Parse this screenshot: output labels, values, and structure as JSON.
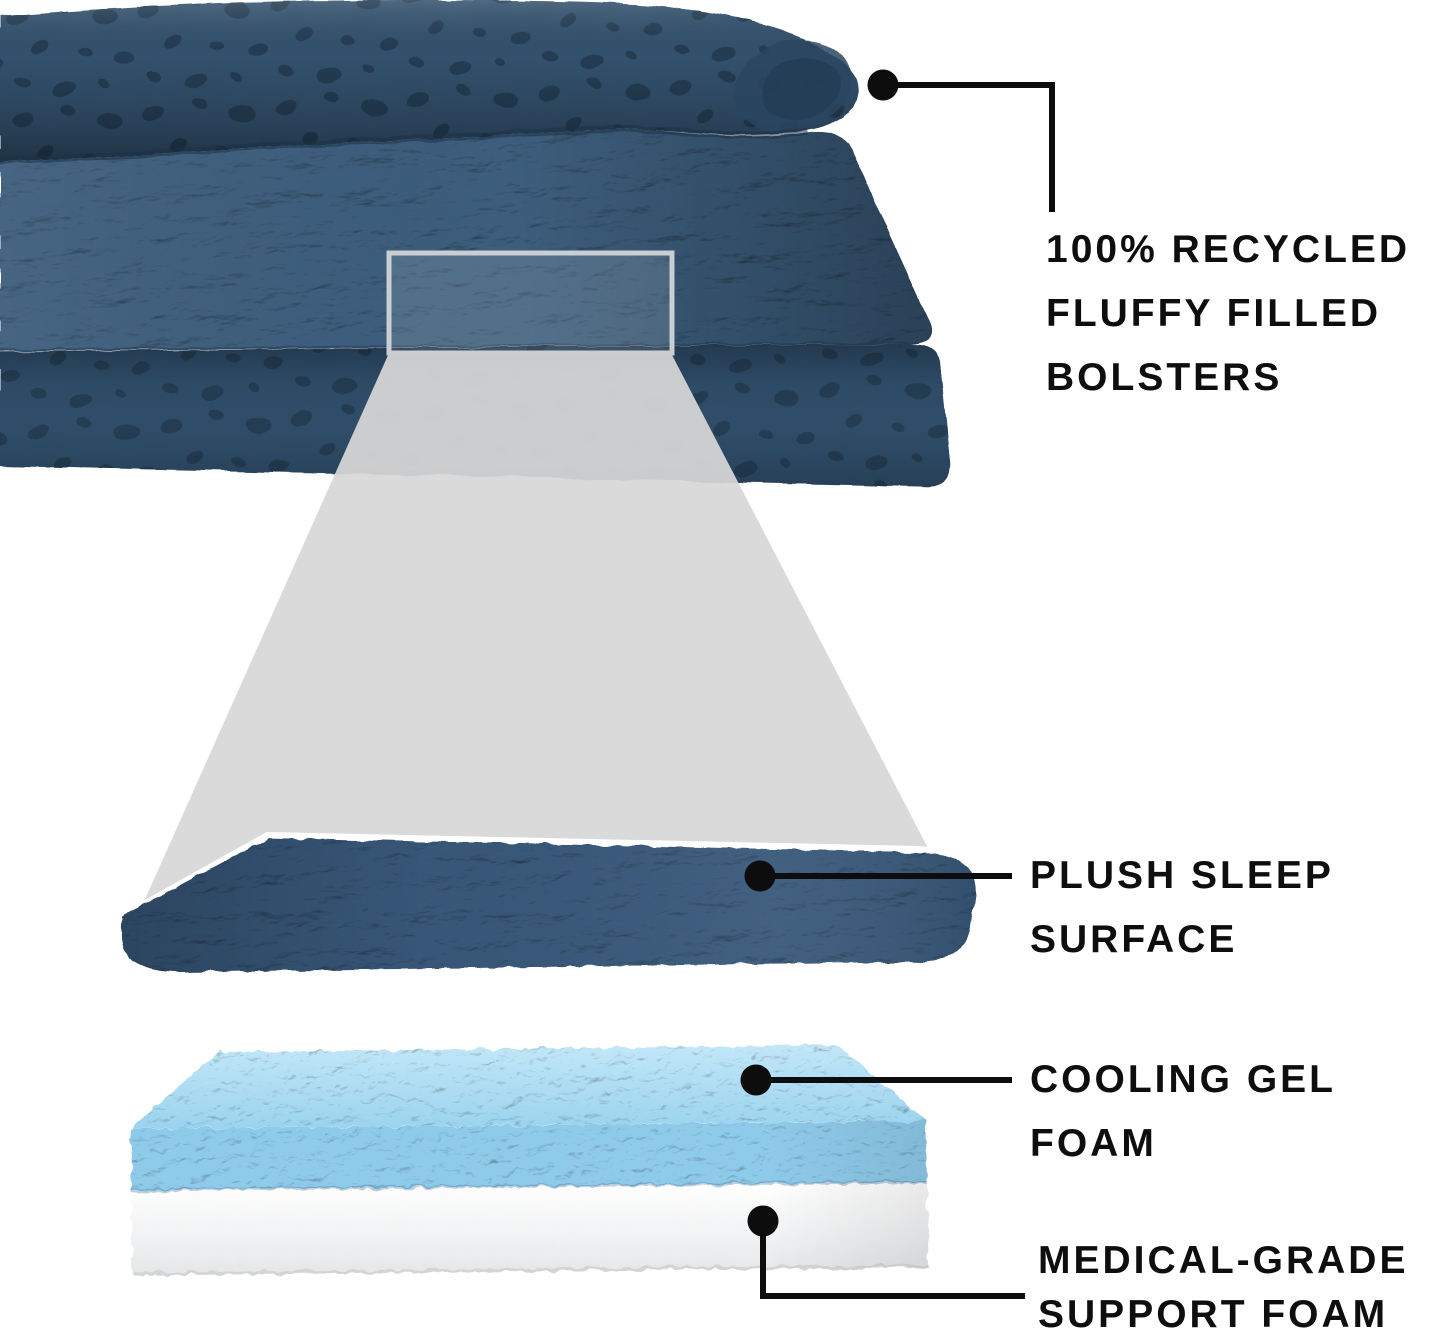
{
  "callouts": {
    "bolsters": {
      "lines": [
        "100% RECYCLED",
        "FLUFFY FILLED",
        "BOLSTERS"
      ]
    },
    "plush_surface": {
      "lines": [
        "PLUSH SLEEP",
        "SURFACE"
      ]
    },
    "cooling_gel": {
      "lines": [
        "COOLING GEL",
        "FOAM"
      ]
    },
    "support_foam": {
      "lines": [
        "MEDICAL-GRADE",
        "SUPPORT FOAM"
      ]
    }
  },
  "colors": {
    "background": "#ffffff",
    "bed_fabric_navy": "#33516d",
    "bed_spot_navy": "#223a51",
    "plush_navy": "#38587a",
    "beam_gray": "#d7d7d7",
    "zoom_rect_border": "#c9ced3",
    "gel_blue_top": "#a9dcf4",
    "gel_blue_front": "#8ecae9",
    "support_foam_white": "#f5f6f7",
    "callout_black": "#0d0d0d"
  }
}
